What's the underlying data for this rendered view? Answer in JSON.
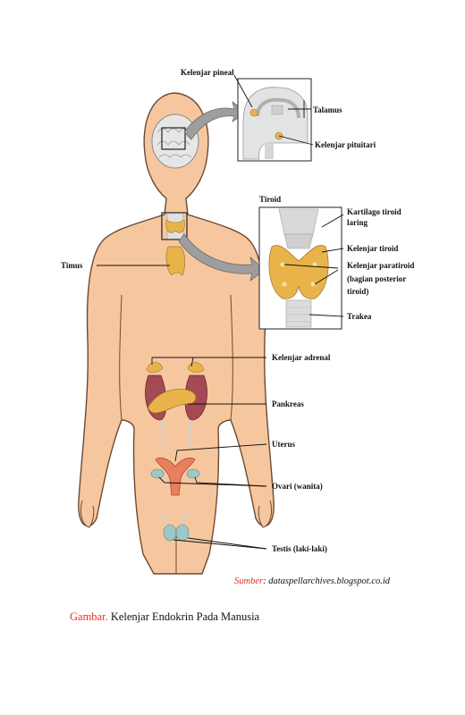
{
  "labels": {
    "pineal": "Kelenjar pineal",
    "talamus": "Talamus",
    "pituitari": "Kelenjar pituitari",
    "tiroid_title": "Tiroid",
    "kartilago_1": "Kartilago tiroid",
    "kartilago_2": "laring",
    "kelenjar_tiroid": "Kelenjar tiroid",
    "paratiroid_1": "Kelenjar paratiroid",
    "paratiroid_2": "(bagian posterior",
    "paratiroid_3": "tiroid)",
    "trakea": "Trakea",
    "timus": "Timus",
    "adrenal": "Kelenjar adrenal",
    "pankreas": "Pankreas",
    "uterus": "Uterus",
    "ovari": "Ovari (wanita)",
    "testis": "Testis (laki-laki)"
  },
  "source": {
    "key": "Sumber",
    "text": ": dataspellarchives.blogspot.co.id"
  },
  "caption": {
    "key": "Gambar.",
    "text": " Kelenjar Endokrin Pada Manusia"
  },
  "colors": {
    "skin": "#f6c79f",
    "skin_outline": "#6b4a35",
    "gland_yellow": "#e8b44a",
    "kidney": "#a34a52",
    "uterus": "#e8805e",
    "ovary": "#9ec8c8",
    "accent_red": "#e0312a"
  }
}
